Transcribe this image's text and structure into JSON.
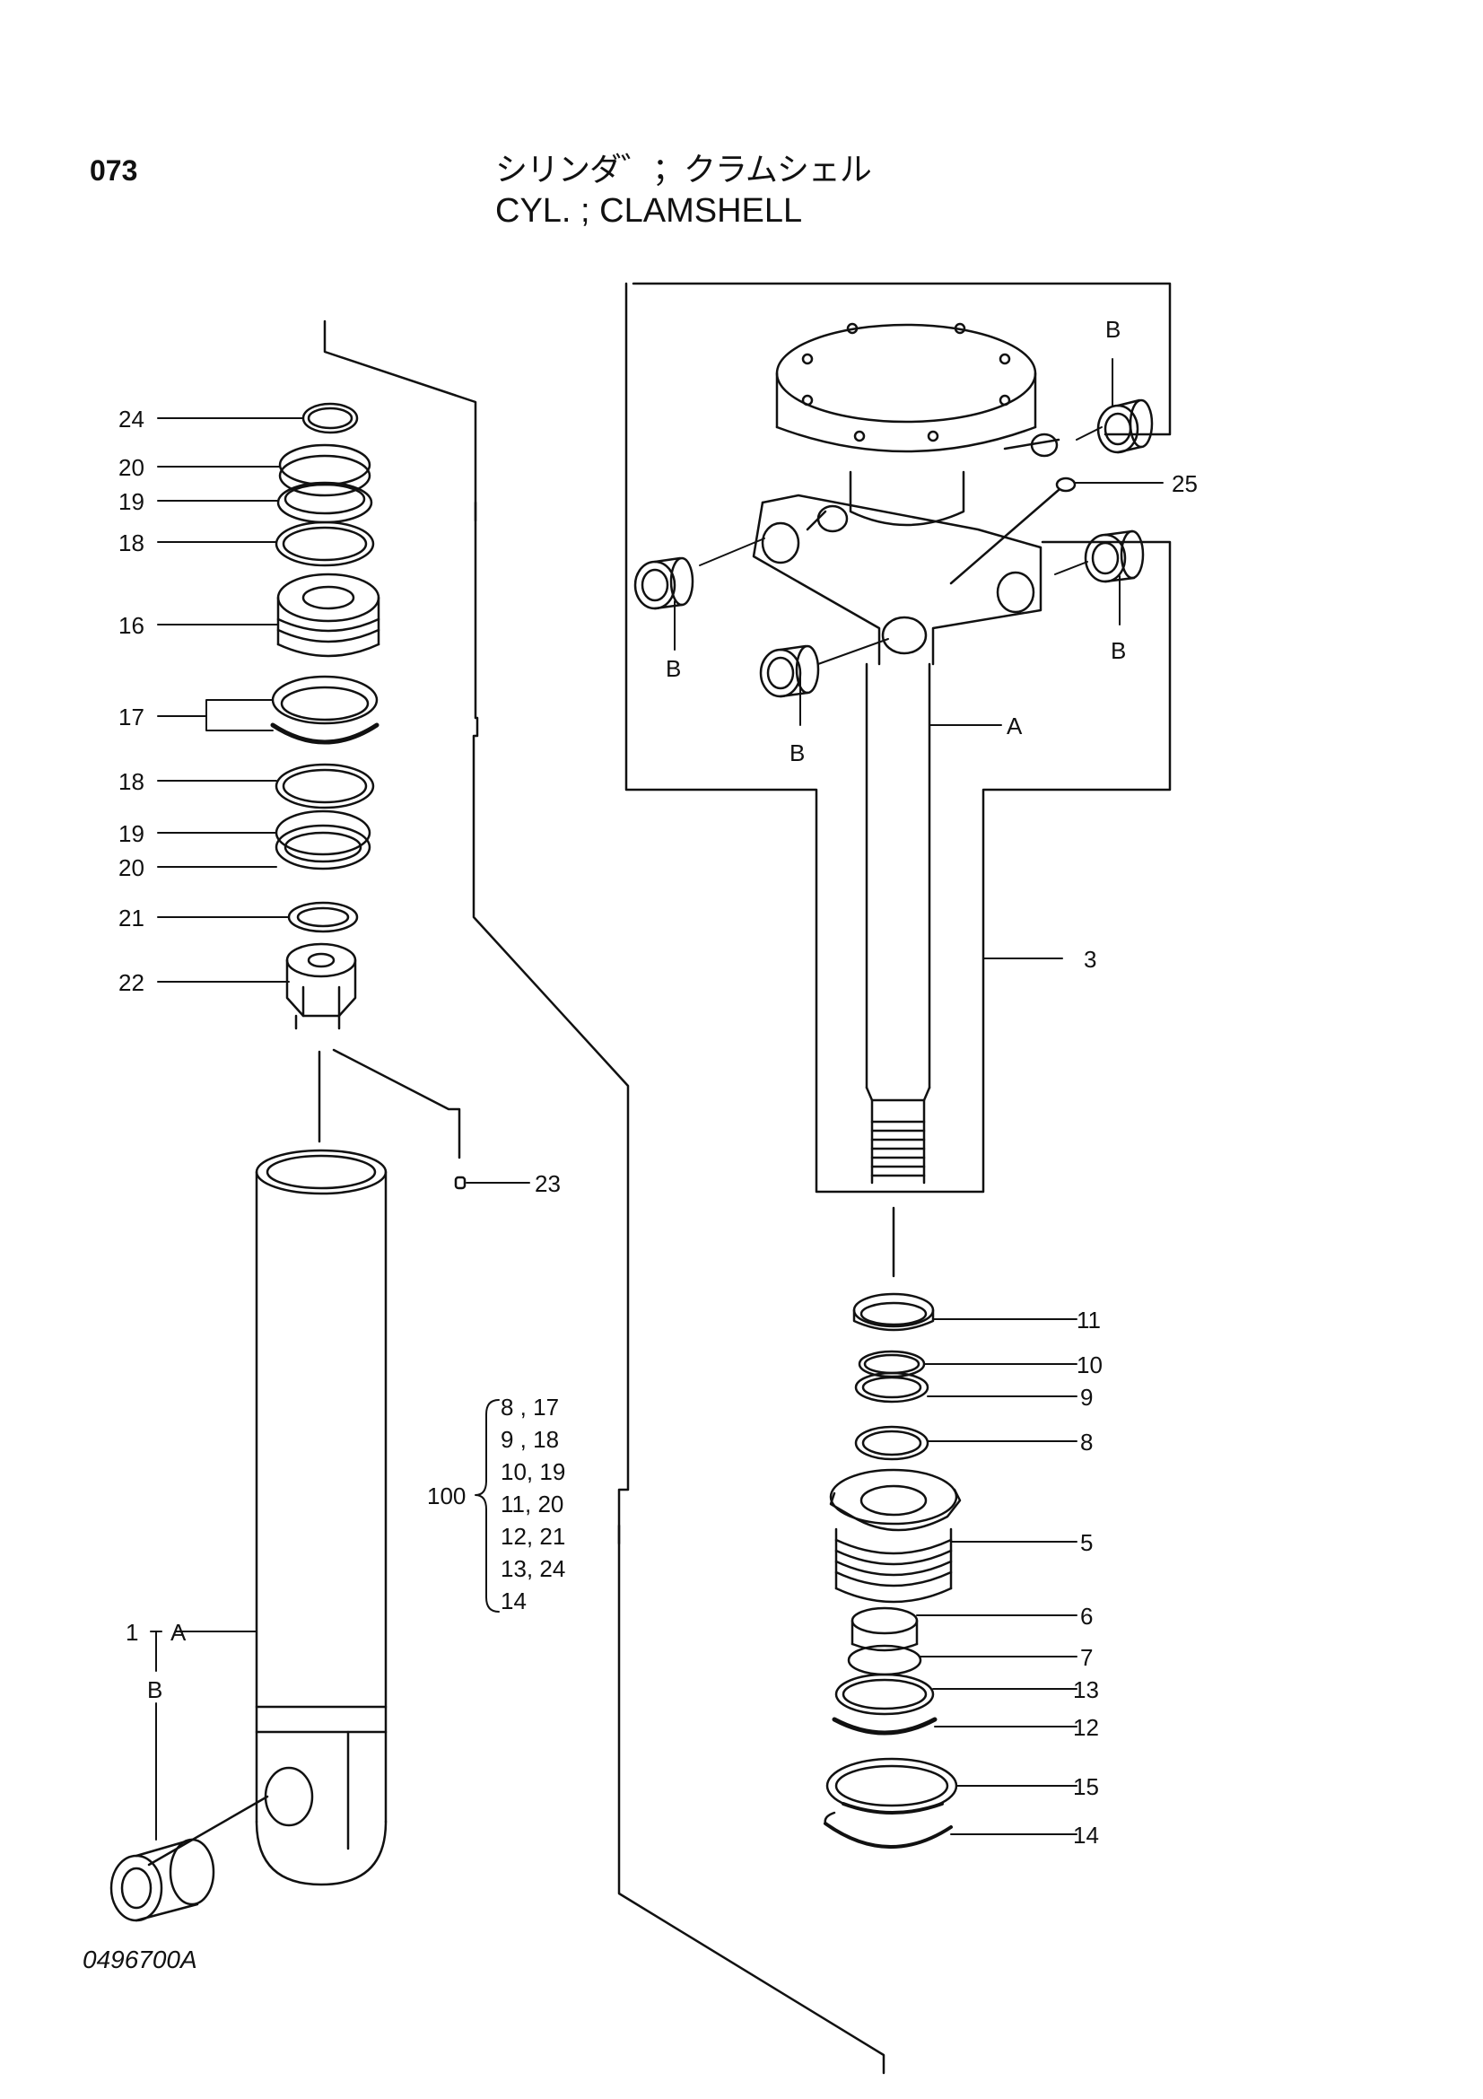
{
  "header": {
    "page_number": "073",
    "title_jp": "シリンダ゛；クラムシェル",
    "title_en": "CYL. ; CLAMSHELL"
  },
  "footer": {
    "drawing_id": "0496700A"
  },
  "callouts": {
    "p24": "24",
    "p20a": "20",
    "p19a": "19",
    "p18a": "18",
    "p16": "16",
    "p17": "17",
    "p18b": "18",
    "p19b": "19",
    "p20b": "20",
    "p21": "21",
    "p22": "22",
    "p23": "23",
    "p1": "1",
    "p1_A": "A",
    "p1_B": "B",
    "p3": "3",
    "p3_A": "A",
    "p25": "25",
    "pB1": "B",
    "pB2": "B",
    "pB3": "B",
    "pB4": "B",
    "p11": "11",
    "p10": "10",
    "p9": "9",
    "p8": "8",
    "p5": "5",
    "p6": "6",
    "p7": "7",
    "p13": "13",
    "p12": "12",
    "p15": "15",
    "p14": "14"
  },
  "seal_kit": {
    "kit_number": "100",
    "items": [
      "8 , 17",
      "9 , 18",
      "10, 19",
      "11, 20",
      "12, 21",
      "13, 24",
      "14"
    ]
  }
}
